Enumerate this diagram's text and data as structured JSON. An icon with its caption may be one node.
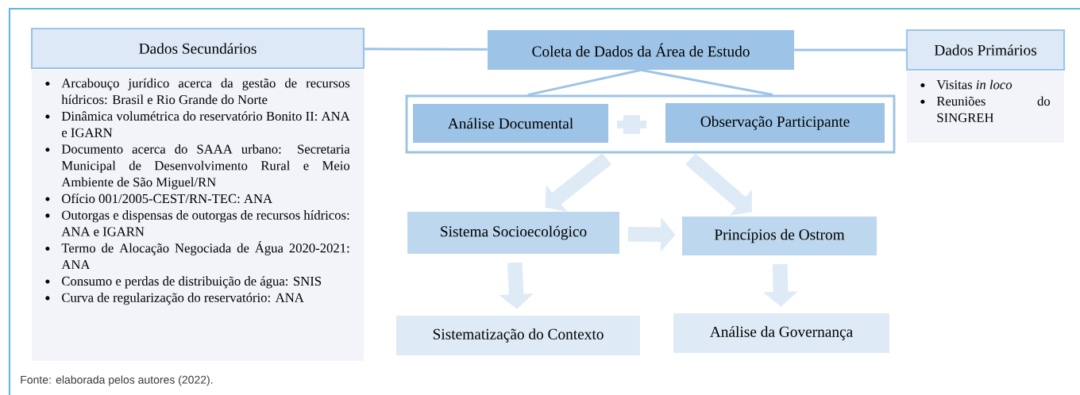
{
  "diagram": {
    "caption": "Fonte: elaborada pelos autores (2022).",
    "nodes": [
      {
        "text": [
          "Dados Secundários"
        ]
      },
      {
        "text": [
          "Arcabouço jurídico acerca da gestão de recursos hídricos: Brasil e Rio Grande do Norte",
          "Dinâmica volumétrica do reservatório Bonito II: ANA e IGARN",
          "Documento acerca do SAAA urbano: Secretaria Municipal de Desenvolvimento Rural e Meio Ambiente de São Miguel/RN",
          "Ofício 001/2005-CEST/RN-TEC: ANA",
          "Outorgas e dispensas de outorgas de recursos hídricos: ANA e IGARN",
          "Termo de Alocação Negociada de Água 2020-2021: ANA",
          "Consumo e perdas de distribuição de água: SNIS",
          "Curva de regularização do reservatório: ANA"
        ]
      },
      {
        "text": [
          "Coleta de Dados da Área de Estudo"
        ]
      },
      {
        "text": [
          "Dados Primários"
        ]
      },
      {
        "text": [
          "Visitas *in loco*",
          "Reuniões do SINGREH"
        ]
      },
      {
        "text": [],
        "shape": "box"
      },
      {
        "text": [
          "Análise Documental"
        ],
        "in": 5
      },
      {
        "text": [
          "Observação Participante"
        ],
        "in": 5
      },
      {
        "text": [
          "Sistema Socioecológico"
        ]
      },
      {
        "text": [
          "Princípios de Ostrom"
        ]
      },
      {
        "text": [
          "Sistematização do Contexto"
        ]
      },
      {
        "text": [
          "Análise da Governança"
        ]
      }
    ],
    "edges": [
      {
        "from": 0,
        "to": 2,
        "arrow": "none",
        "color": "#9dc3e6"
      },
      {
        "from": 2,
        "to": 3,
        "arrow": "none",
        "color": "#9dc3e6"
      },
      {
        "from": 2,
        "to": 5,
        "arrow": "none",
        "color": "#9dc3e6"
      },
      {
        "from": 2,
        "to": 5,
        "arrow": "none",
        "color": "#9dc3e6"
      },
      {
        "from": 5,
        "to": 8,
        "arrow": "to"
      },
      {
        "from": 5,
        "to": 9,
        "arrow": "to"
      },
      {
        "from": 8,
        "to": 9,
        "arrow": "to"
      },
      {
        "from": 8,
        "to": 10,
        "arrow": "to"
      },
      {
        "from": 9,
        "to": 11,
        "arrow": "to"
      }
    ]
  }
}
